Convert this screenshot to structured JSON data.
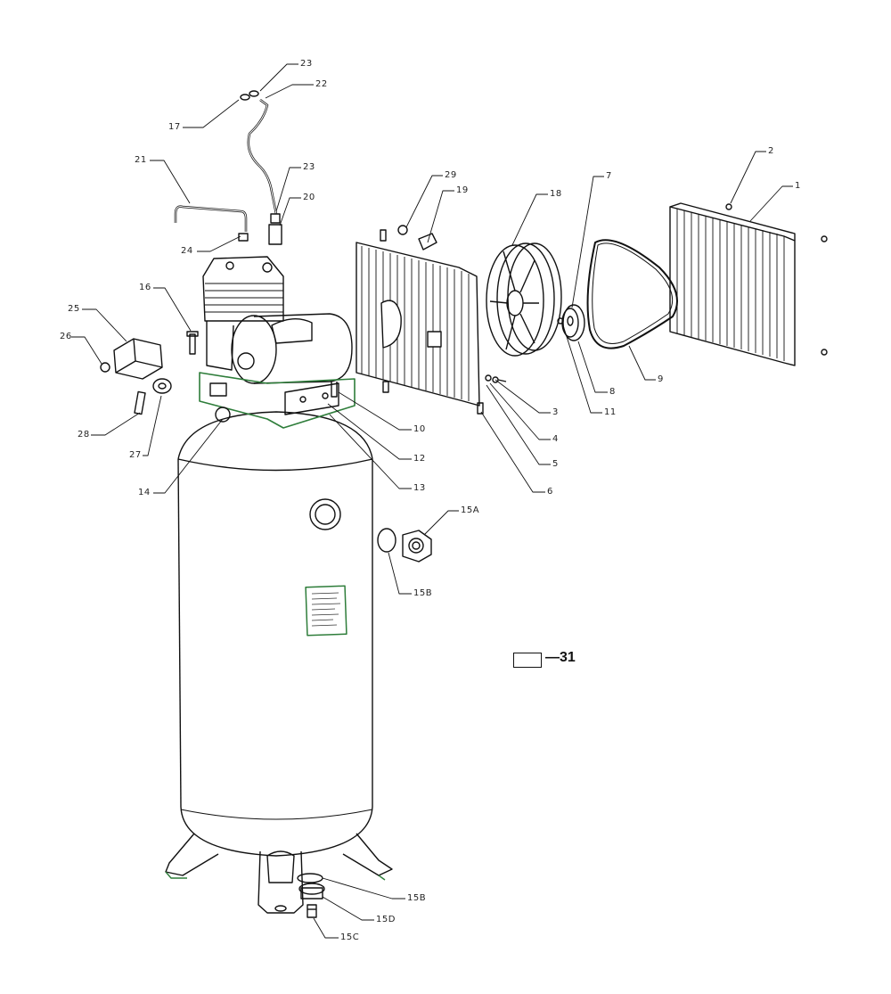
{
  "callouts": {
    "c1": "1",
    "c2": "2",
    "c3": "3",
    "c4": "4",
    "c5": "5",
    "c6": "6",
    "c7": "7",
    "c8": "8",
    "c9": "9",
    "c10": "10",
    "c11": "11",
    "c12": "12",
    "c13": "13",
    "c14": "14",
    "c15A": "15A",
    "c15B_top": "15B",
    "c15B_bottom": "15B",
    "c15C": "15C",
    "c15D": "15D",
    "c16": "16",
    "c17": "17",
    "c18": "18",
    "c19": "19",
    "c20": "20",
    "c21": "21",
    "c22": "22",
    "c23_top": "23",
    "c23_mid": "23",
    "c24": "24",
    "c25": "25",
    "c26": "26",
    "c27": "27",
    "c28": "28",
    "c29": "29"
  },
  "legend": {
    "label": "—31"
  },
  "colors": {
    "line": "#111111",
    "accent_green": "#2e7d3a",
    "panel_fill": "#ffffff"
  }
}
